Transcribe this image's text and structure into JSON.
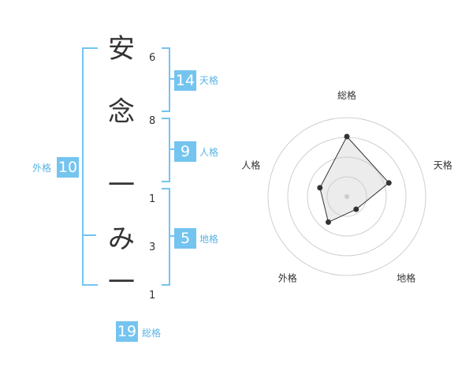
{
  "name": {
    "chars": [
      {
        "char": "安",
        "strokes": "6"
      },
      {
        "char": "念",
        "strokes": "8"
      },
      {
        "char": "一",
        "strokes": "1"
      },
      {
        "char": "み",
        "strokes": "3"
      },
      {
        "char": "一",
        "strokes": "1"
      }
    ]
  },
  "fortune": {
    "tenkaku": {
      "value": "14",
      "label": "天格"
    },
    "jinkaku": {
      "value": "9",
      "label": "人格"
    },
    "chikaku": {
      "value": "5",
      "label": "地格"
    },
    "gaikaku": {
      "value": "10",
      "label": "外格"
    },
    "soukaku": {
      "value": "19",
      "label": "総格"
    }
  },
  "colors": {
    "accent": "#74c4f0",
    "label_text": "#58b3e6",
    "text": "#333333"
  },
  "chart_data": {
    "type": "radar",
    "axes": [
      "総格",
      "天格",
      "地格",
      "外格",
      "人格"
    ],
    "values": [
      19,
      14,
      5,
      10,
      9
    ]
  }
}
